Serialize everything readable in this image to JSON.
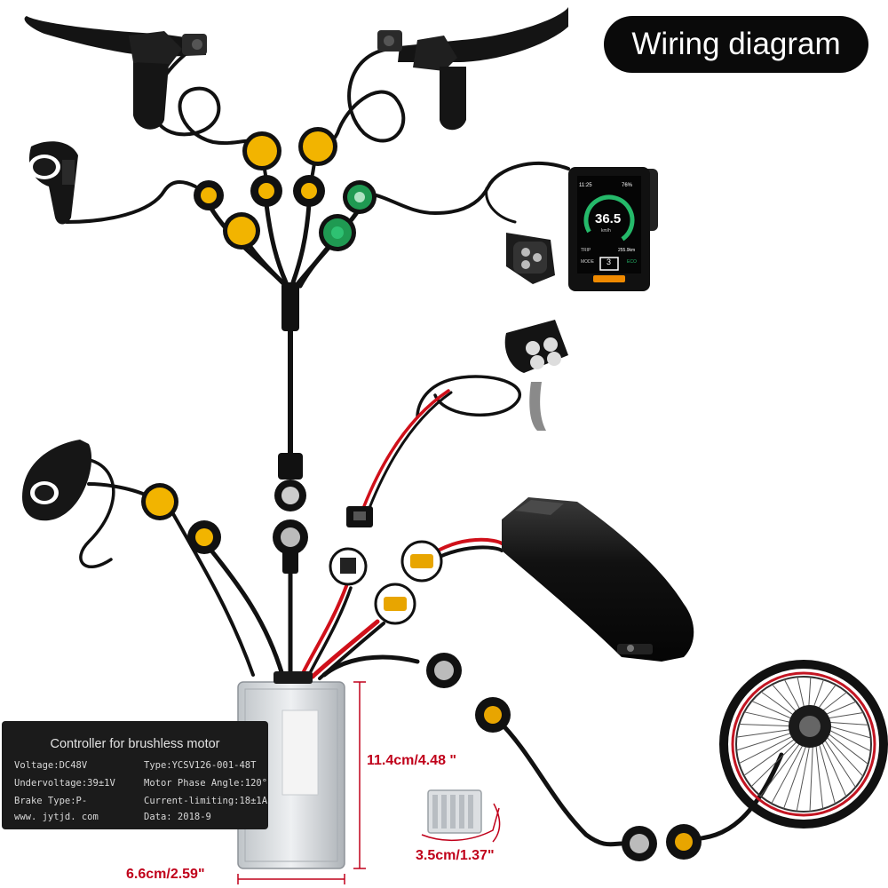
{
  "title": "Wiring diagram",
  "controller_label": {
    "header": "Controller for brushless motor",
    "rows": [
      [
        "Voltage:DC48V",
        "Type:YCSV126-001-48T"
      ],
      [
        "Undervoltage:39±1V",
        "Motor Phase Angle:120°"
      ],
      [
        "Brake Type:P-",
        "Current-limiting:18±1A"
      ],
      [
        "www. jytjd. com",
        "Data: 2018-9"
      ]
    ]
  },
  "dimensions": {
    "height": "11.4cm/4.48 \"",
    "width": "6.6cm/2.59\"",
    "depth": "3.5cm/1.37\""
  },
  "display": {
    "time": "11:25",
    "battery": "76%",
    "speed": "36.5",
    "unit": "km/h",
    "trip_label": "TRIP",
    "trip_value": "255.9km",
    "mode_label": "MODE",
    "mode_value": "3",
    "eco_label": "ECO"
  },
  "colors": {
    "connector_yellow": "#f2b400",
    "connector_green": "#1f9a52",
    "wire_red": "#d0101a",
    "dimension_red": "#c0001a",
    "cable_black": "#111111"
  },
  "components": [
    "left-brake-lever-icon",
    "right-brake-lever-icon",
    "thumb-throttle-icon",
    "lcd-display-icon",
    "handlebar-button-icon",
    "headlight-icon",
    "pas-sensor-icon",
    "controller-box-icon",
    "battery-pack-icon",
    "hub-motor-wheel-icon"
  ]
}
